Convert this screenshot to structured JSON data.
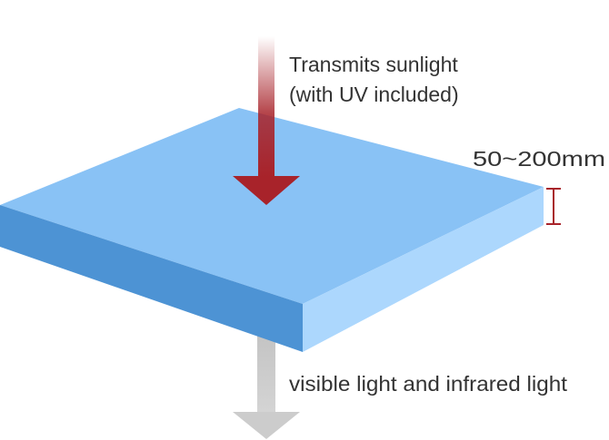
{
  "incoming": {
    "line1": "Transmits sunlight",
    "line2": "(with UV included)"
  },
  "thickness_label": "50~200mm",
  "outgoing": "visible light and infrared light",
  "colors": {
    "slab_top": "#89c2f5",
    "slab_left_face": "#4d93d4",
    "slab_right_face": "#acd7fd",
    "incoming_arrow": "#a8232a",
    "outgoing_arrow": "#cccccc",
    "dimension_marker": "#a8232a",
    "text": "#333333"
  }
}
